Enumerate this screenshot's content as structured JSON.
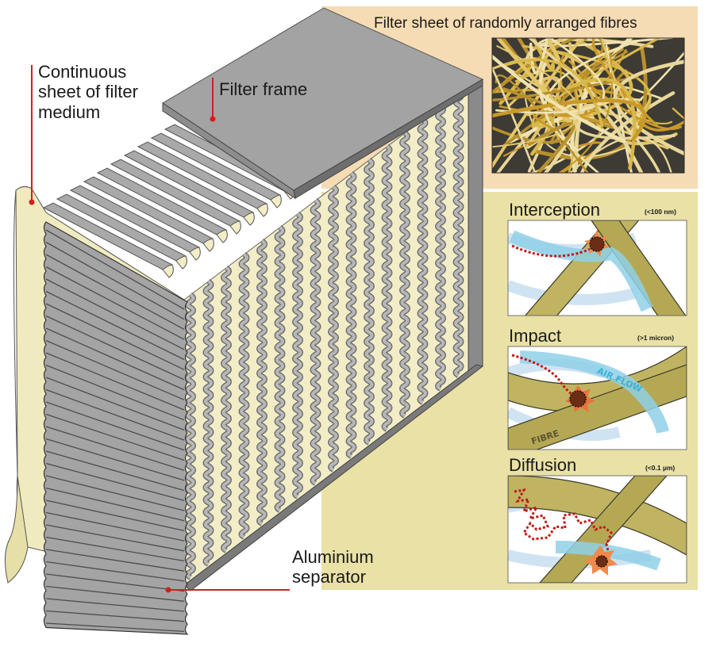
{
  "labels": {
    "filter_medium": [
      "Continuous",
      "sheet of filter",
      "medium"
    ],
    "filter_frame": "Filter frame",
    "separator": [
      "Aluminium",
      "separator"
    ],
    "fibre_sheet_title": "Filter sheet of randomly arranged fibres"
  },
  "mechanisms": [
    {
      "name": "Interception",
      "size": "(<100 nm)"
    },
    {
      "name": "Impact",
      "size": "(>1 micron)",
      "airflow_label": "AIR FLOW",
      "fibre_label": "FIBRE"
    },
    {
      "name": "Diffusion",
      "size": "(<0.1 µm)"
    }
  ],
  "colors": {
    "medium": "#f3efc4",
    "aluminium": "#a8a8a8",
    "frame": "#9c9c9c",
    "top_panel_bg": "#f6dcb4",
    "lower_panel_bg": "#e9e1a6",
    "fibre": "#b5a855",
    "airflow": "#7ec6e0",
    "particle": "#7a3a1c",
    "leader_line": "#d11f1f"
  }
}
